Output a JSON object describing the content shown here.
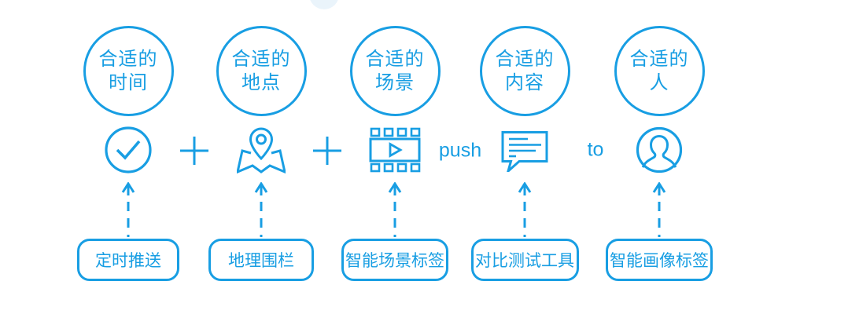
{
  "colors": {
    "accent": "#189ee3",
    "deco_dot": "#eaf4fb",
    "background": "#ffffff"
  },
  "columns": [
    {
      "name": "time",
      "circle_line1": "合适的",
      "circle_line2": "时间",
      "icon": "clock-check-icon",
      "box_label": "定时推送"
    },
    {
      "name": "place",
      "circle_line1": "合适的",
      "circle_line2": "地点",
      "icon": "map-pin-icon",
      "box_label": "地理围栏"
    },
    {
      "name": "scene",
      "circle_line1": "合适的",
      "circle_line2": "场景",
      "icon": "film-icon",
      "box_label": "智能场景标签"
    },
    {
      "name": "content",
      "circle_line1": "合适的",
      "circle_line2": "内容",
      "icon": "message-icon",
      "box_label": "对比测试工具"
    },
    {
      "name": "person",
      "circle_line1": "合适的",
      "circle_line2": "人",
      "icon": "user-icon",
      "box_label": "智能画像标签"
    }
  ],
  "connectors": [
    {
      "icon": "plus-icon"
    },
    {
      "icon": "plus-icon"
    },
    {
      "label": "push"
    },
    {
      "label": "to"
    }
  ]
}
